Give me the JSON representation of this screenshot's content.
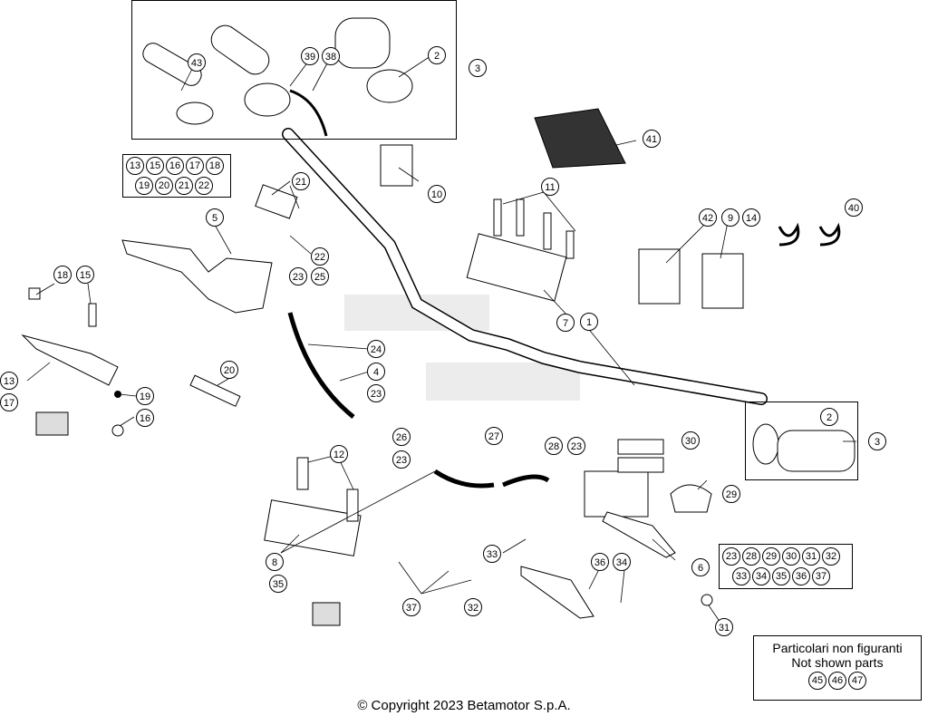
{
  "callouts": {
    "c43": "43",
    "c39": "39",
    "c38": "38",
    "c2a": "2",
    "c3a": "3",
    "c41": "41",
    "c10": "10",
    "c21": "21",
    "c5": "5",
    "c22": "22",
    "c11": "11",
    "c42": "42",
    "c9": "9",
    "c14": "14",
    "c40": "40",
    "c23a": "23",
    "c25": "25",
    "c18": "18",
    "c15": "15",
    "c7": "7",
    "c1": "1",
    "c13": "13",
    "c24": "24",
    "c4": "4",
    "c20": "20",
    "c19": "19",
    "c23b": "23",
    "c17": "17",
    "c16": "16",
    "c2b": "2",
    "c3b": "3",
    "c30": "30",
    "c26": "26",
    "c27": "27",
    "c28": "28",
    "c23c": "23",
    "c23d": "23",
    "c12": "12",
    "c29": "29",
    "c8": "8",
    "c6": "6",
    "c33": "33",
    "c36": "36",
    "c34": "34",
    "c35": "35",
    "c37": "37",
    "c32": "32",
    "c31": "31"
  },
  "group_left": {
    "row1": [
      "13",
      "15",
      "16",
      "17",
      "18"
    ],
    "row2": [
      "19",
      "20",
      "21",
      "22"
    ]
  },
  "group_right": {
    "row1": [
      "23",
      "28",
      "29",
      "30",
      "31",
      "32"
    ],
    "row2": [
      "33",
      "34",
      "35",
      "36",
      "37"
    ]
  },
  "note": {
    "line1": "Particolari non figuranti",
    "line2": "Not shown parts",
    "numbers": [
      "45",
      "46",
      "47"
    ]
  },
  "copyright": "© Copyright 2023 Betamotor S.p.A."
}
